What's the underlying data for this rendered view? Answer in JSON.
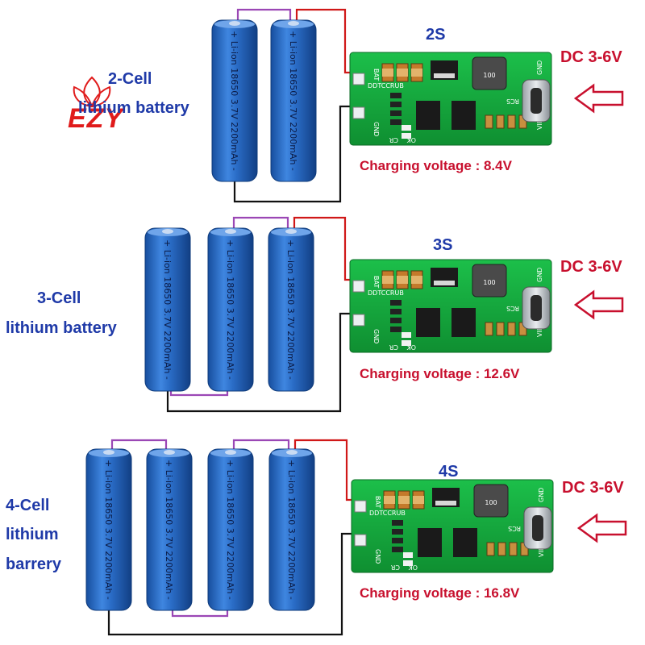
{
  "sections": [
    {
      "cell_label_lines": [
        "2-Cell",
        "lithium battery"
      ],
      "config": "2S",
      "input": "DC 3-6V",
      "charging": "Charging voltage : 8.4V",
      "battery_text": "+ Li-ion 18650 3.7V 2200mAh -"
    },
    {
      "cell_label_lines": [
        "3-Cell",
        "lithium battery"
      ],
      "config": "3S",
      "input": "DC 3-6V",
      "charging": "Charging voltage : 12.6V",
      "battery_text": "+ Li-ion 18650 3.7V 2200mAh -"
    },
    {
      "cell_label_lines": [
        "4-Cell",
        "lithium",
        "barrery"
      ],
      "config": "4S",
      "input": "DC 3-6V",
      "charging": "Charging voltage : 16.8V",
      "battery_text": "+ Li-ion 18650 3.7V 2200mAh -"
    }
  ],
  "logo": {
    "text": "EZY"
  },
  "pcb_labels": {
    "bat": "BAT",
    "gnd": "GND",
    "model": "DDTCCRUB",
    "cr": "CR",
    "ok": "OK",
    "rcs": "RCS",
    "vin": "VIN",
    "inductor": "100"
  },
  "colors": {
    "battery": "#1e5fb8",
    "pcb": "#14a83c",
    "wire_pos": "#d01818",
    "wire_link": "#9b47b5",
    "wire_neg": "#111111"
  }
}
